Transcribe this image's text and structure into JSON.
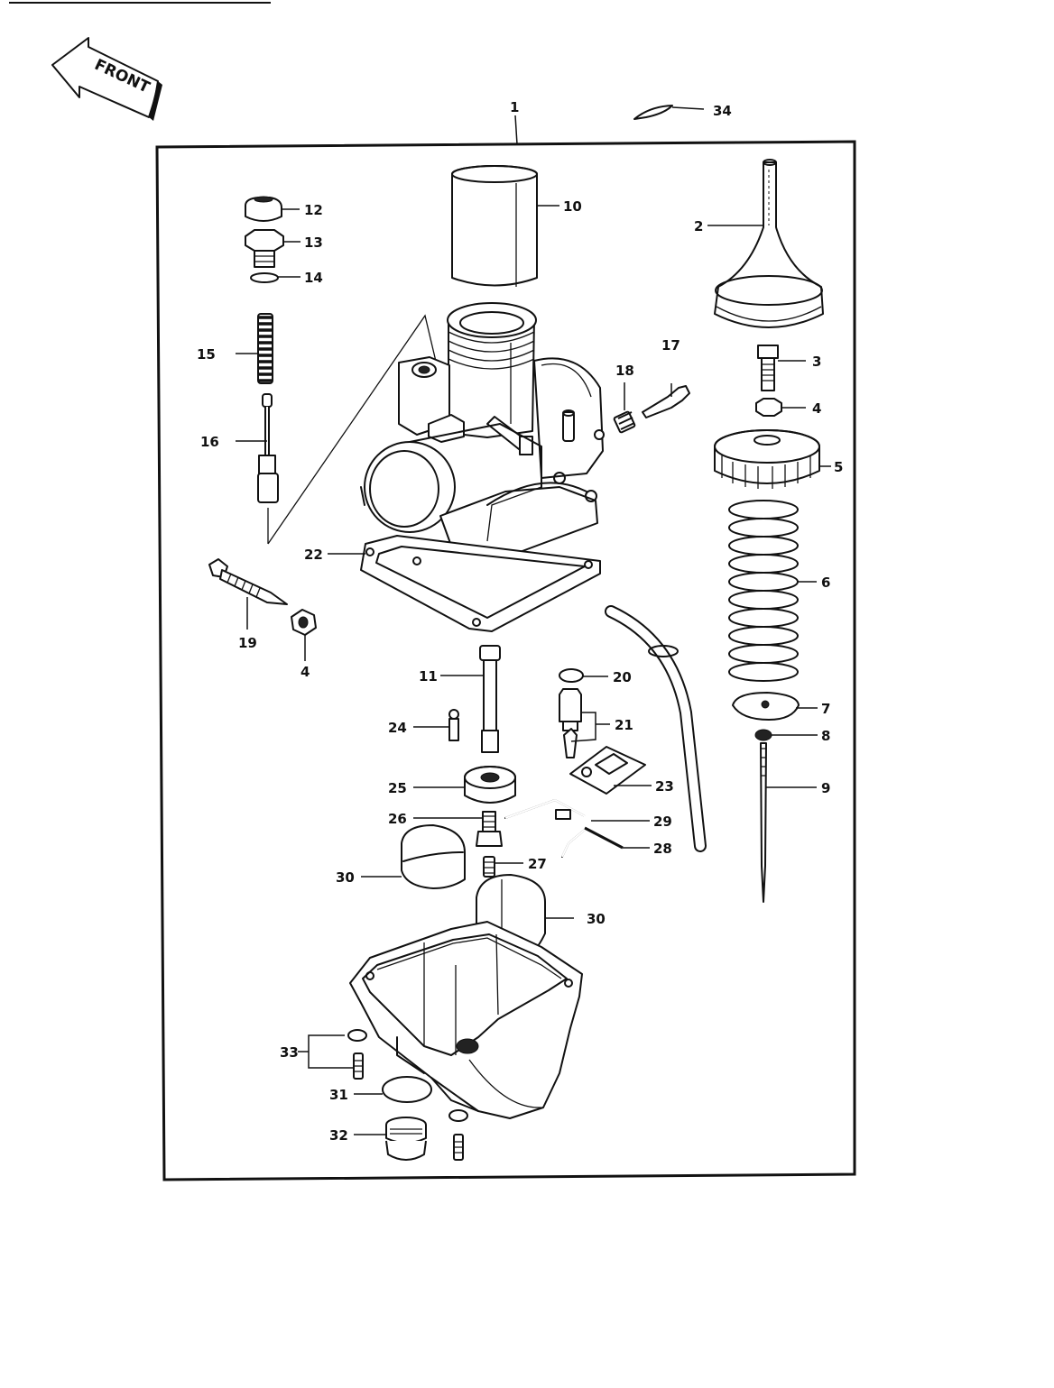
{
  "front_arrow": {
    "text": "FRONT"
  },
  "callouts": [
    "1",
    "2",
    "3",
    "4",
    "4",
    "5",
    "6",
    "7",
    "8",
    "9",
    "10",
    "11",
    "12",
    "13",
    "14",
    "15",
    "16",
    "17",
    "18",
    "19",
    "20",
    "21",
    "22",
    "23",
    "24",
    "25",
    "26",
    "27",
    "28",
    "29",
    "30",
    "30",
    "31",
    "32",
    "33",
    "34"
  ]
}
